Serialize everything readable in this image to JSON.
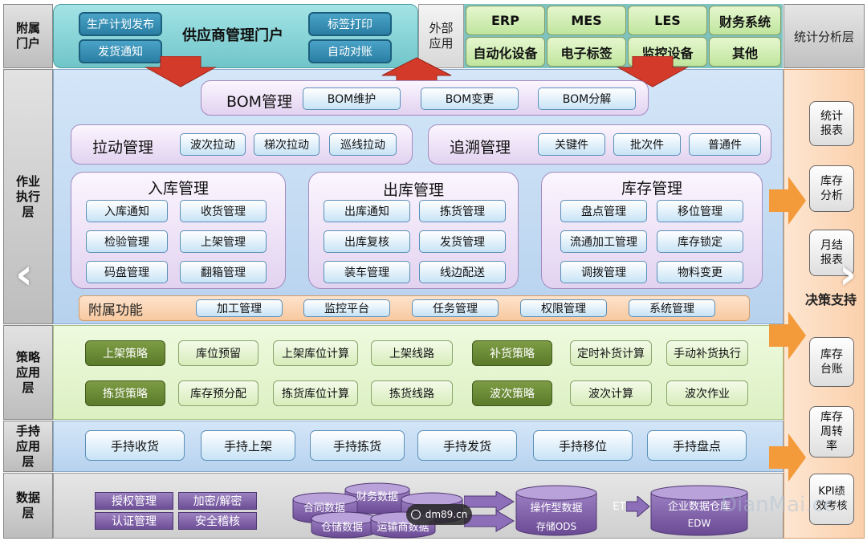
{
  "layers": {
    "affiliate_portal": "附属门户",
    "execution": "作业执行层",
    "strategy": "策略应用层",
    "handheld": "手持应用层",
    "data": "数据层",
    "stats": "统计分析层"
  },
  "portal": {
    "title": "供应商管理门户",
    "left_buttons": [
      "生产计划发布",
      "发货通知"
    ],
    "right_buttons": [
      "标签打印",
      "自动对账"
    ]
  },
  "external": {
    "label": "外部应用",
    "row1": [
      "ERP",
      "MES",
      "LES",
      "财务系统"
    ],
    "row2": [
      "自动化设备",
      "电子标签",
      "监控设备",
      "其他"
    ]
  },
  "bom": {
    "title": "BOM管理",
    "items": [
      "BOM维护",
      "BOM变更",
      "BOM分解"
    ]
  },
  "pull": {
    "title": "拉动管理",
    "items": [
      "波次拉动",
      "梯次拉动",
      "巡线拉动"
    ]
  },
  "trace": {
    "title": "追溯管理",
    "items": [
      "关键件",
      "批次件",
      "普通件"
    ]
  },
  "inbound": {
    "title": "入库管理",
    "items": [
      "入库通知",
      "收货管理",
      "检验管理",
      "上架管理",
      "码盘管理",
      "翻箱管理"
    ]
  },
  "outbound": {
    "title": "出库管理",
    "items": [
      "出库通知",
      "拣货管理",
      "出库复核",
      "发货管理",
      "装车管理",
      "线边配送"
    ]
  },
  "inventory": {
    "title": "库存管理",
    "items": [
      "盘点管理",
      "移位管理",
      "流通加工管理",
      "库存锁定",
      "调拨管理",
      "物料变更"
    ]
  },
  "aux": {
    "title": "附属功能",
    "items": [
      "加工管理",
      "监控平台",
      "任务管理",
      "权限管理",
      "系统管理"
    ]
  },
  "strategy": {
    "row1": [
      "上架策略",
      "库位预留",
      "上架库位计算",
      "上架线路",
      "补货策略",
      "定时补货计算",
      "手动补货执行"
    ],
    "row2": [
      "拣货策略",
      "库存预分配",
      "拣货库位计算",
      "拣货线路",
      "波次策略",
      "波次计算",
      "波次作业"
    ]
  },
  "handheld": {
    "items": [
      "手持收货",
      "手持上架",
      "手持拣货",
      "手持发货",
      "手持移位",
      "手持盘点"
    ]
  },
  "data": {
    "security": [
      "授权管理",
      "加密/解密",
      "认证管理",
      "安全稽核"
    ],
    "stores": [
      "合同数据",
      "财务数据",
      "仓储数据",
      "运输商数据"
    ],
    "ods": [
      "操作型数据",
      "存储ODS"
    ],
    "etl": "ETL",
    "edw": [
      "企业数据仓库",
      "EDW"
    ]
  },
  "stats": {
    "items": [
      "统计报表",
      "库存分析",
      "月结报表",
      "库存台账",
      "库存周转率",
      "KPI绩效考核"
    ],
    "decision": "决策支持"
  },
  "overlay": {
    "badge": "dm89.cn",
    "watermark": "DianMai.cc"
  },
  "nav": {
    "prev": "‹",
    "next": "›"
  },
  "colors": {
    "portal_bg": "#7fd1d4",
    "exec_bg": "#c6dcf3",
    "strategy_bg": "#e6f6cf",
    "handheld_bg": "#c6dcf3",
    "data_bg": "#d9d9d9",
    "stats_bg": "#fddfc6",
    "arrow_red": "#d43a2a",
    "arrow_orange": "#f39a3a"
  }
}
